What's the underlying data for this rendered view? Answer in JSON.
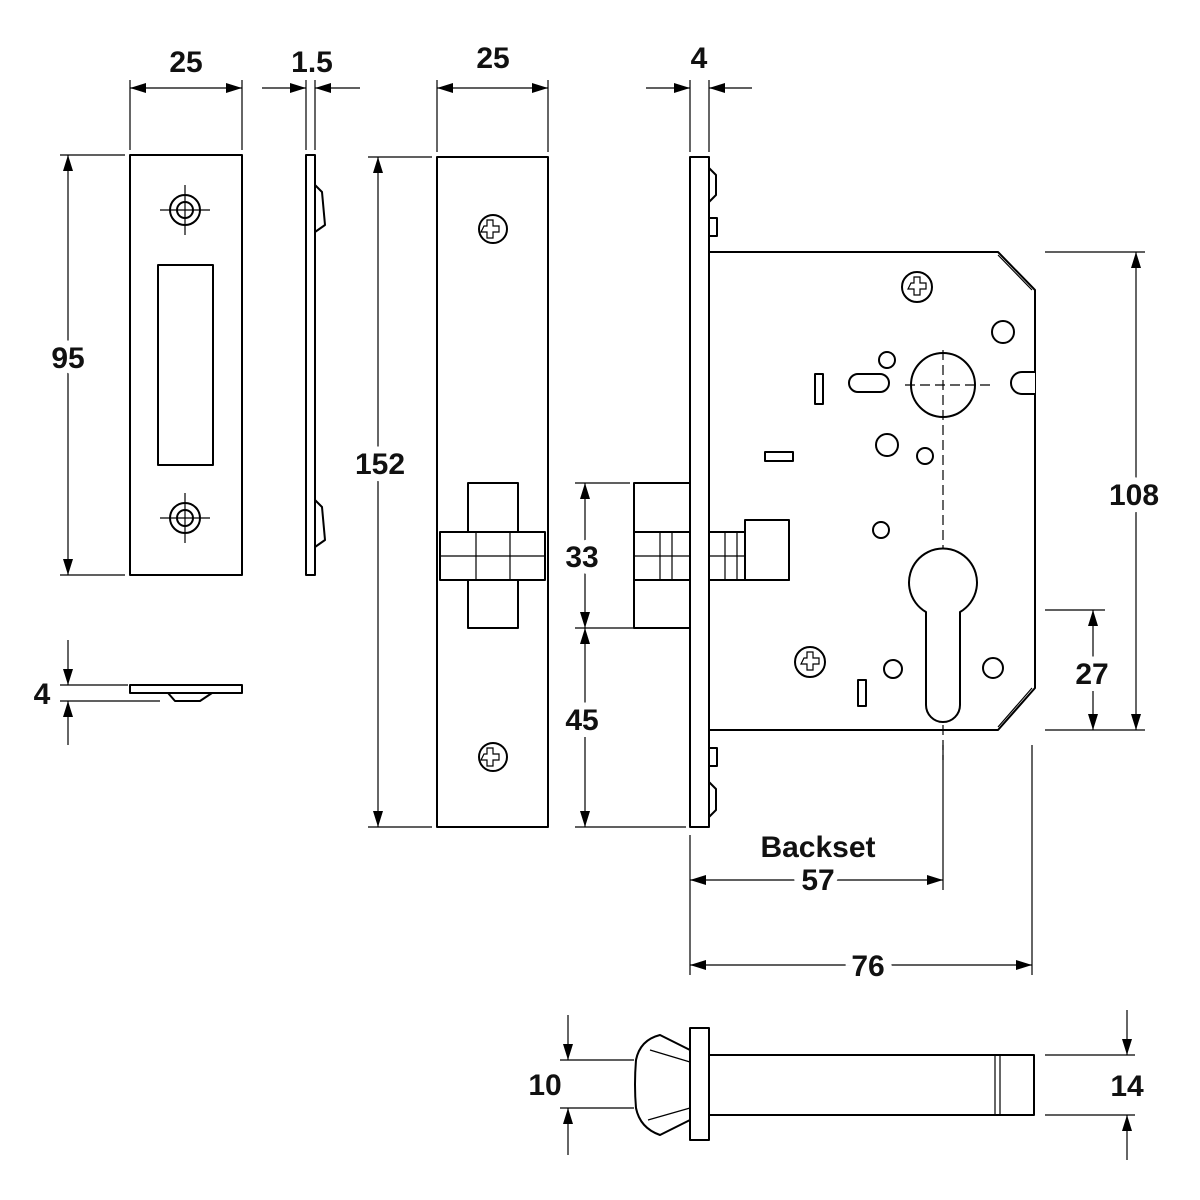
{
  "dimensions": {
    "striker_width": "25",
    "striker_thickness": "1.5",
    "striker_height": "95",
    "striker_depth": "4",
    "forend_width": "25",
    "forend_height": "152",
    "forend_thickness": "4",
    "latch_to_cylinder": "33",
    "cylinder_to_bottom": "45",
    "case_height": "108",
    "cylinder_offset": "27",
    "backset_label": "Backset",
    "backset_value": "57",
    "case_depth": "76",
    "bolt_height": "10",
    "bolt_length_dim": "14"
  }
}
